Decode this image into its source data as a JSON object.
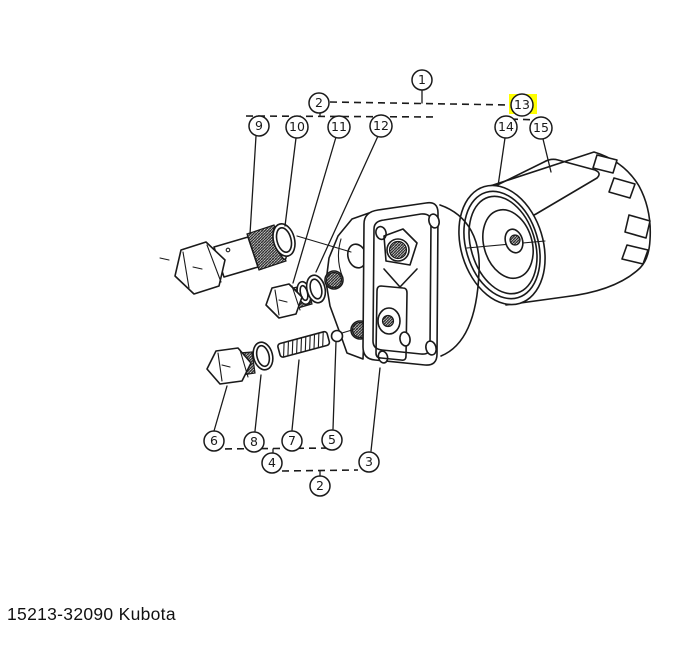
{
  "diagram": {
    "title": "Kubota oil filter assembly exploded parts diagram",
    "line_color": "#1a1a1a",
    "highlight_color": "#ffff00",
    "callouts": [
      {
        "label": "1",
        "highlighted": false
      },
      {
        "label": "2",
        "highlighted": false
      },
      {
        "label": "9",
        "highlighted": false
      },
      {
        "label": "10",
        "highlighted": false
      },
      {
        "label": "11",
        "highlighted": false
      },
      {
        "label": "12",
        "highlighted": false
      },
      {
        "label": "13",
        "highlighted": true
      },
      {
        "label": "14",
        "highlighted": false
      },
      {
        "label": "15",
        "highlighted": false
      },
      {
        "label": "6",
        "highlighted": false
      },
      {
        "label": "8",
        "highlighted": false
      },
      {
        "label": "7",
        "highlighted": false
      },
      {
        "label": "5",
        "highlighted": false
      },
      {
        "label": "4",
        "highlighted": false
      },
      {
        "label": "3",
        "highlighted": false
      },
      {
        "label": "2",
        "highlighted": false
      }
    ]
  },
  "footer": {
    "part_number": "15213-32090 Kubota"
  }
}
